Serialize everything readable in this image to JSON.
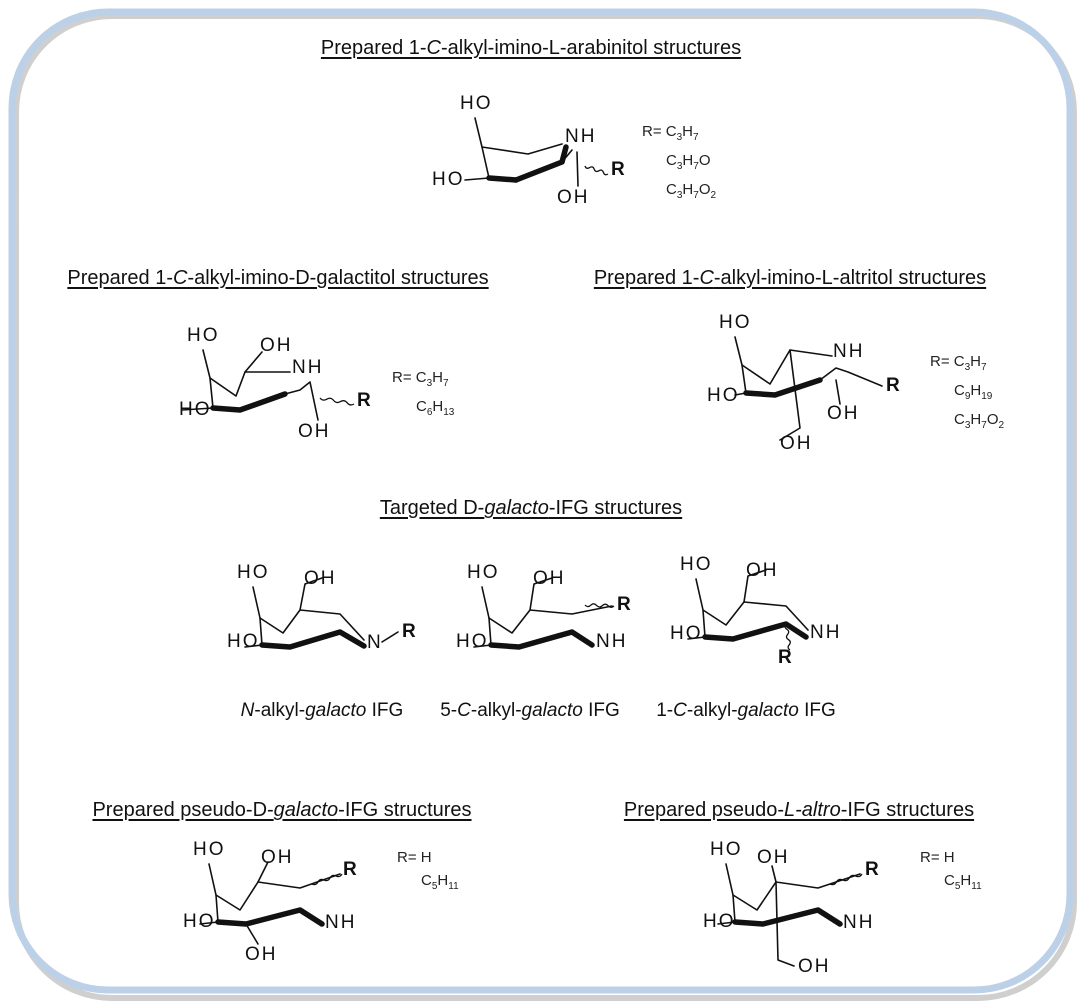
{
  "headings": {
    "arabinitol": {
      "pre": "Prepared 1-",
      "em": "C",
      "post": "-alkyl-imino-L-arabinitol structures"
    },
    "galactitol": {
      "pre": "Prepared 1-",
      "em": "C",
      "post": "-alkyl-imino-D-galactitol structures"
    },
    "altritol": {
      "pre": "Prepared 1-",
      "em": "C",
      "post": "-alkyl-imino-L-altritol structures"
    },
    "targeted": {
      "pre": "Targeted D-",
      "em": "galacto",
      "post": "-IFG structures"
    },
    "pseudo_galacto": {
      "pre": "Prepared pseudo-D-",
      "em": "galacto",
      "post": "-IFG structures"
    },
    "pseudo_altro": {
      "pre": "Prepared pseudo-",
      "em": "L-altro",
      "post": "-IFG structures"
    }
  },
  "captions": {
    "n_alkyl": {
      "pre": "",
      "em1": "N",
      "mid": "-alkyl-",
      "em2": "galacto",
      "post": " IFG"
    },
    "c5_alkyl": {
      "pre": "5-",
      "em1": "C",
      "mid": "-alkyl-",
      "em2": "galacto",
      "post": " IFG"
    },
    "c1_alkyl": {
      "pre": "1-",
      "em1": "C",
      "mid": "-alkyl-",
      "em2": "galacto",
      "post": " IFG"
    }
  },
  "substituents": {
    "arabinitol": [
      "R= C3H7",
      "C3H7O",
      "C3H7O2"
    ],
    "galactitol": [
      "R= C3H7",
      "C6H13"
    ],
    "altritol": [
      "R= C3H7",
      "C9H19",
      "C3H7O2"
    ],
    "pseudo_galacto": [
      "R= H",
      "C5H11"
    ],
    "pseudo_altro": [
      "R= H",
      "C5H11"
    ]
  },
  "atoms": {
    "ho": "HO",
    "oh": "OH",
    "nh": "NH",
    "n": "N",
    "r": "R",
    "ho_left": "HO"
  },
  "colors": {
    "panel_border": "#b9cde6",
    "panel_shadow": "#9a9a9a",
    "text": "#111111"
  }
}
